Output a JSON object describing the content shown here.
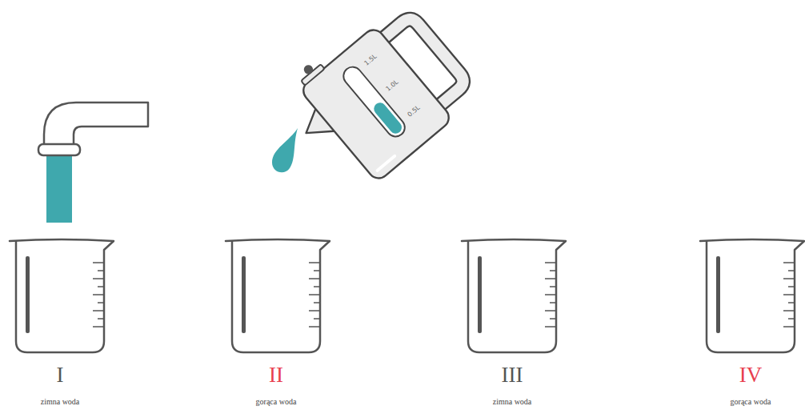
{
  "diagram": {
    "labels": [
      "1.5L",
      "1.0L",
      "0.5L",
      "I",
      "zimna woda",
      "II",
      "gorąca woda",
      "III",
      "zimna woda",
      "IV",
      "gorąca woda"
    ]
  }
}
